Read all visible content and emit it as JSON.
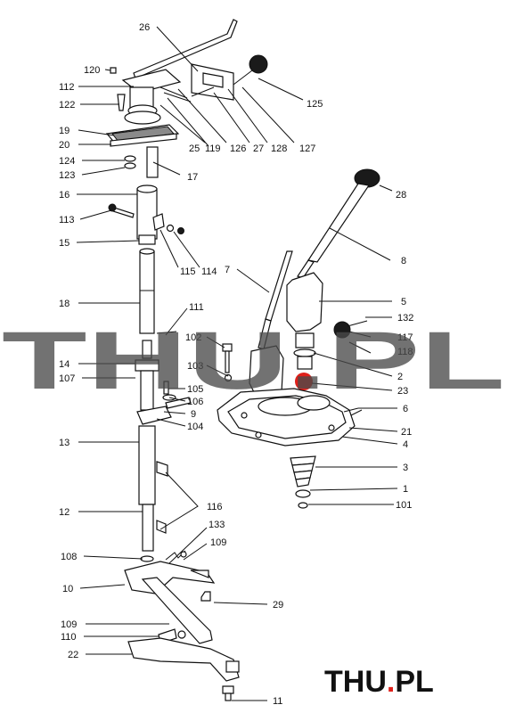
{
  "watermark": {
    "main": "THU.PL",
    "corner_a": "THU",
    "corner_dot": ".",
    "corner_b": "PL"
  },
  "colors": {
    "watermark_grey": "#4a4a4a",
    "accent_red": "#e0201a",
    "ink": "#111111"
  },
  "labels": {
    "l26": "26",
    "l120": "120",
    "l112": "112",
    "l122": "122",
    "l19": "19",
    "l20": "20",
    "l124": "124",
    "l123": "123",
    "l16": "16",
    "l113": "113",
    "l15": "15",
    "l18": "18",
    "l14": "14",
    "l107": "107",
    "l13": "13",
    "l12": "12",
    "l108": "108",
    "l10": "10",
    "l109a": "109",
    "l110": "110",
    "l22": "22",
    "l11": "11",
    "l29": "29",
    "l109b": "109",
    "l133": "133",
    "l116": "116",
    "l104": "104",
    "l9": "9",
    "l106": "106",
    "l105": "105",
    "l103": "103",
    "l102": "102",
    "l111": "111",
    "l115": "115",
    "l114": "114",
    "l17": "17",
    "l25": "25",
    "l119": "119",
    "l126": "126",
    "l27": "27",
    "l128": "128",
    "l127": "127",
    "l125": "125",
    "l28": "28",
    "l8": "8",
    "l7": "7",
    "l5": "5",
    "l132": "132",
    "l117": "117",
    "l118": "118",
    "l2": "2",
    "l23": "23",
    "l6": "6",
    "l21": "21",
    "l4": "4",
    "l3": "3",
    "l1": "1",
    "l101": "101"
  }
}
